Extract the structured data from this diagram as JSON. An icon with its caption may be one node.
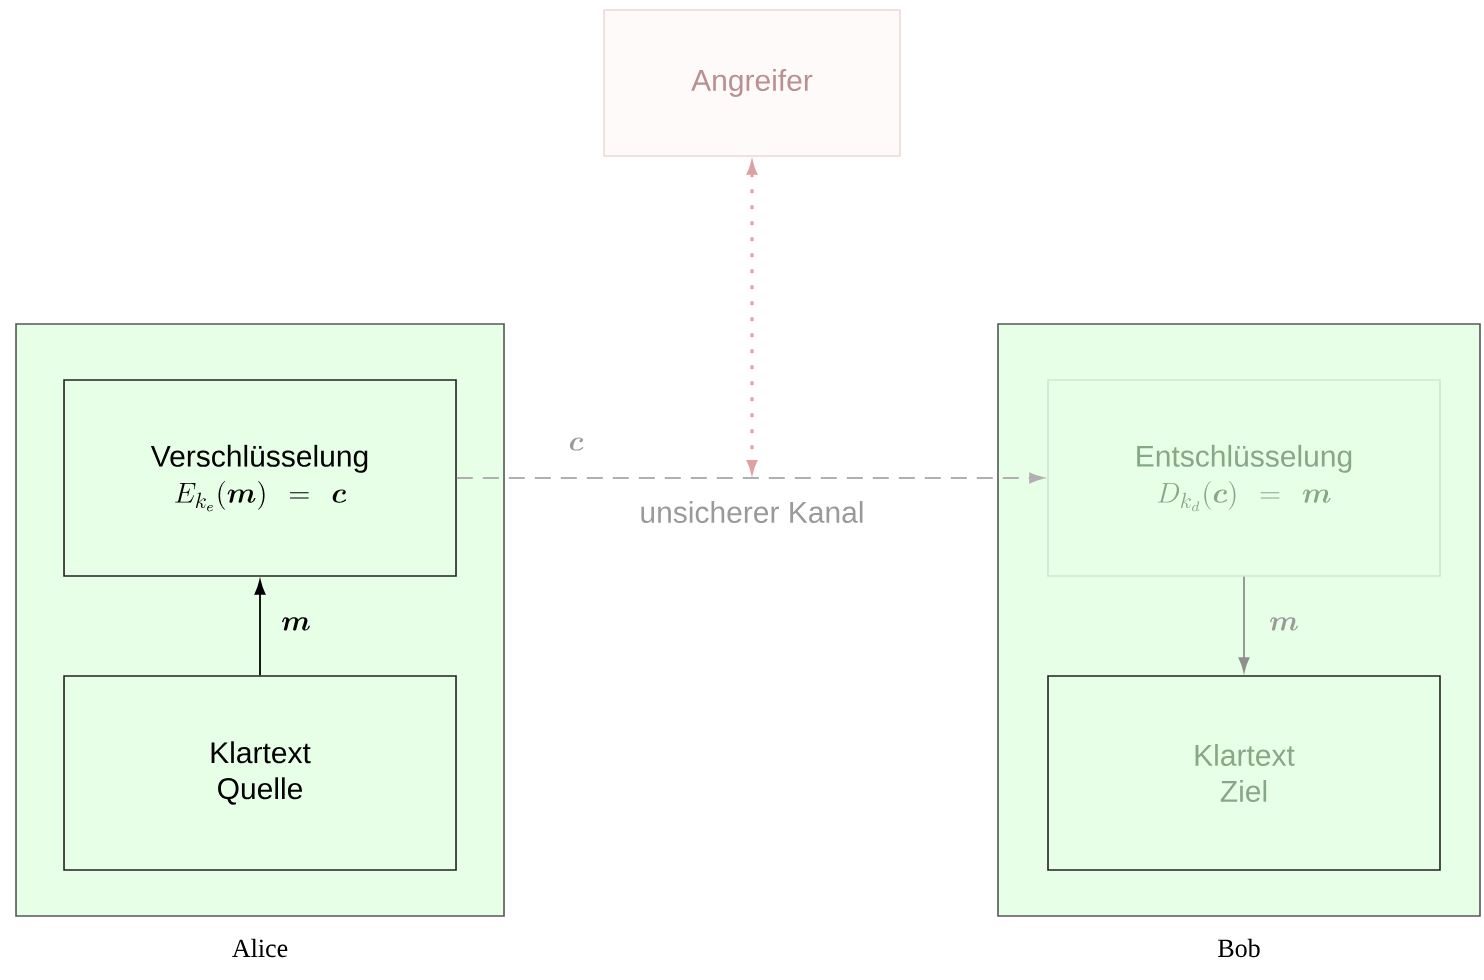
{
  "diagram": {
    "nodes": [
      {
        "text": [
          "Alice"
        ]
      },
      {
        "text": [
          "Verschlüsselung",
          "E_{k_e}(\\boldsymbol{m}) = \\boldsymbol{c}"
        ],
        "in": 0
      },
      {
        "text": [
          "Klartext Quelle"
        ],
        "in": 0
      },
      {
        "text": [
          "Angreifer"
        ]
      },
      {
        "text": [
          "Bob"
        ]
      },
      {
        "text": [
          "Entschlüsselung",
          "D_{k_d}(\\boldsymbol{c}) = \\boldsymbol{m}"
        ],
        "in": 4
      },
      {
        "text": [
          "Klartext Ziel"
        ],
        "in": 4
      }
    ],
    "edges": [
      {
        "from": 2,
        "to": 1,
        "arrow": "to",
        "label": "\\boldsymbol{m}",
        "color": "#000000"
      },
      {
        "from": 1,
        "to": 5,
        "arrow": "to",
        "label": "\\boldsymbol{c}",
        "style": "dashed",
        "color": "#b0b0b0"
      },
      {
        "from": 3,
        "to": null,
        "arrow": "both",
        "style": "dashed",
        "color": "#e0a0a0"
      },
      {
        "from": 5,
        "to": 6,
        "arrow": "to",
        "label": "\\boldsymbol{m}",
        "color": "#909090"
      }
    ],
    "labels": [
      "unsicherer Kanal"
    ]
  }
}
